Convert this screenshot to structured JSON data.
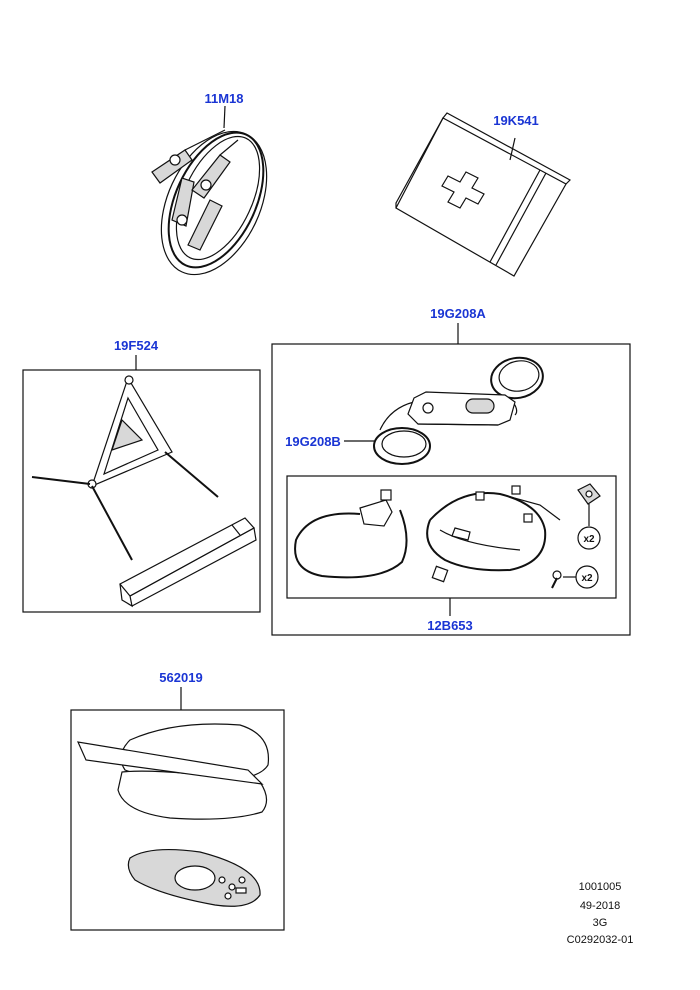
{
  "parts": {
    "jump_leads": "11M18",
    "first_aid_kit": "19K541",
    "warning_triangle": "19F524",
    "charging_cable_kit": "19G208A",
    "charging_cable": "19G208B",
    "wiring_kit": "12B653",
    "key_fob_case": "562019"
  },
  "quantities": {
    "clip_qty": "x2",
    "screw_qty": "x2"
  },
  "reference_block": {
    "line1": "1001005",
    "line2": "49-2018",
    "line3": "3G",
    "line4": "C0292032-01"
  }
}
